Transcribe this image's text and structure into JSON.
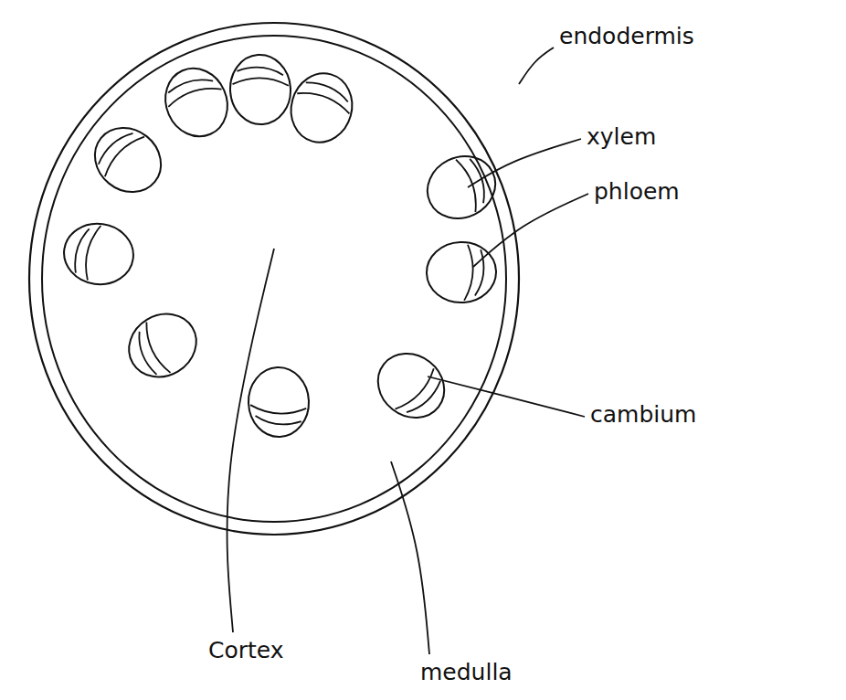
{
  "diagram": {
    "labels": [
      "endodermis",
      "xylem",
      "phloem",
      "cambium",
      "Cortex",
      "medulla"
    ]
  }
}
